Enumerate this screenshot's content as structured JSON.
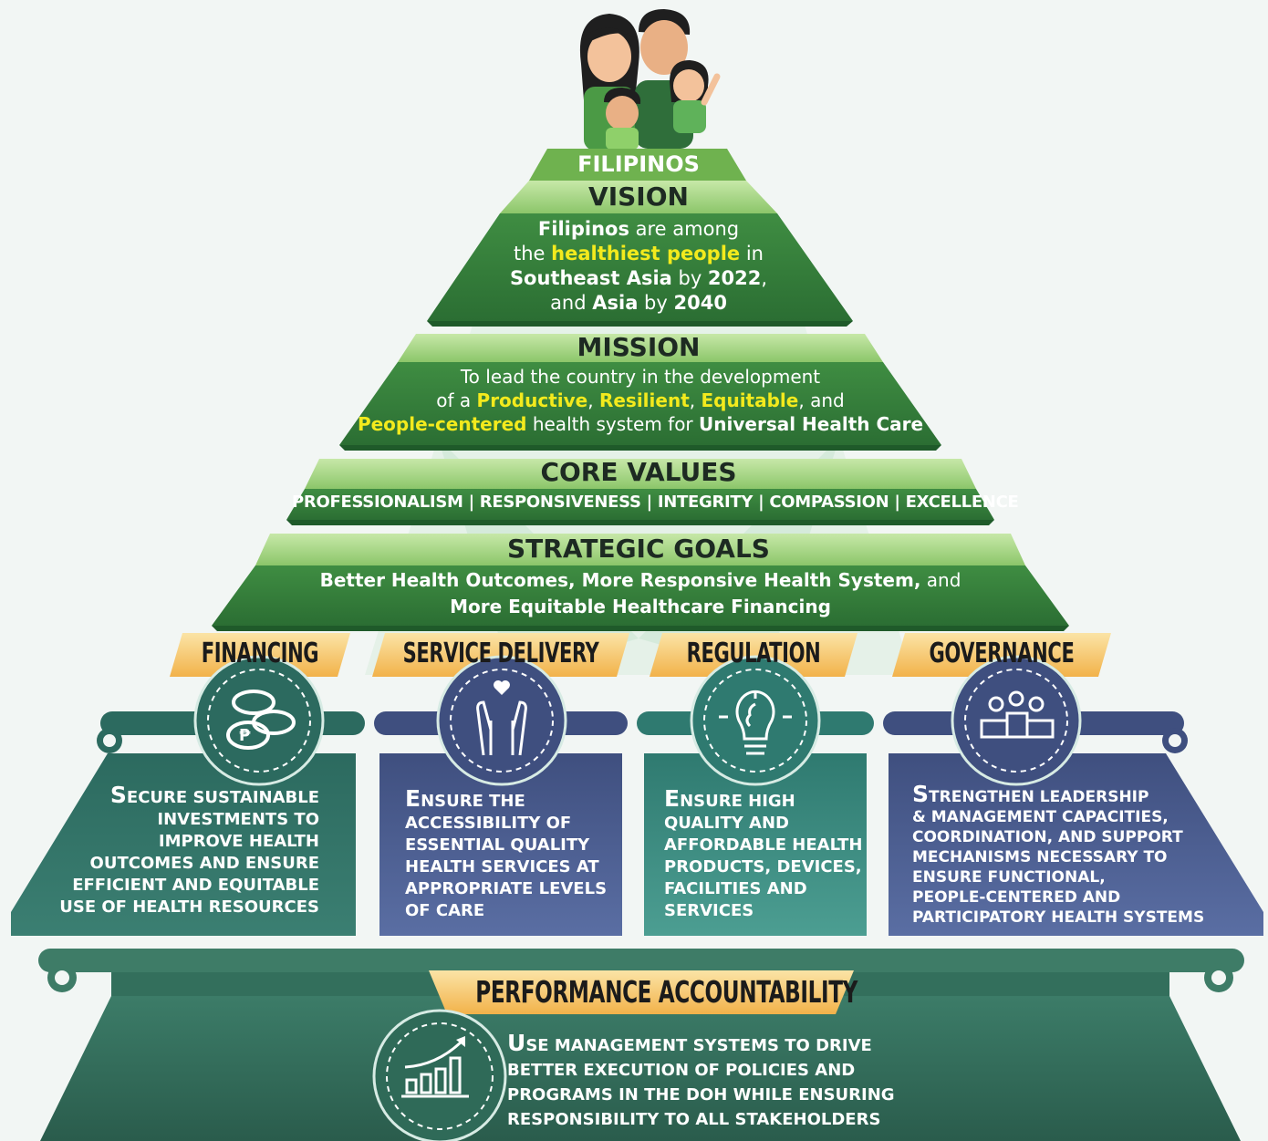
{
  "top": {
    "label": "FILIPINOS"
  },
  "vision": {
    "title": "VISION",
    "line1_b": "Filipinos",
    "line1_r": " are among",
    "line2_r1": "the ",
    "line2_hl": "healthiest people",
    "line2_r2": " in",
    "line3_b1": "Southeast Asia",
    "line3_r1": " by ",
    "line3_b2": "2022",
    "line3_r2": ",",
    "line4_r1": "and ",
    "line4_b1": "Asia",
    "line4_r2": " by ",
    "line4_b2": "2040"
  },
  "mission": {
    "title": "MISSION",
    "line1": "To lead the country in the development",
    "line2_r1": "of a ",
    "line2_hl1": "Productive",
    "line2_c1": ", ",
    "line2_hl2": "Resilient",
    "line2_c2": ", ",
    "line2_hl3": "Equitable",
    "line2_r2": ", and",
    "line3_hl": "People-centered",
    "line3_r": " health system for ",
    "line3_b": "Universal Health Care"
  },
  "core_values": {
    "title": "CORE VALUES",
    "items": "PROFESSIONALISM | RESPONSIVENESS | INTEGRITY | COMPASSION | EXCELLENCE"
  },
  "strategic_goals": {
    "title": "STRATEGIC GOALS",
    "line1_b": "Better Health Outcomes, More Responsive Health System,",
    "line1_r": " and",
    "line2_b": "More Equitable Healthcare Financing"
  },
  "pillars": [
    {
      "title": "FINANCING",
      "icon": "coins-icon",
      "cap": "S",
      "desc_first": "ECURE SUSTAINABLE",
      "desc_rest": [
        "INVESTMENTS TO",
        "IMPROVE HEALTH",
        "OUTCOMES AND ENSURE",
        "EFFICIENT AND EQUITABLE",
        "USE OF HEALTH RESOURCES"
      ]
    },
    {
      "title": "SERVICE DELIVERY",
      "icon": "caring-hands-icon",
      "cap": "E",
      "desc_first": "NSURE THE",
      "desc_rest": [
        "ACCESSIBILITY OF",
        "ESSENTIAL QUALITY",
        "HEALTH SERVICES AT",
        "APPROPRIATE LEVELS",
        "OF CARE"
      ]
    },
    {
      "title": "REGULATION",
      "icon": "lightbulb-brain-icon",
      "cap": "E",
      "desc_first": "NSURE HIGH",
      "desc_rest": [
        "QUALITY AND",
        "AFFORDABLE HEALTH",
        "PRODUCTS, DEVICES,",
        "FACILITIES AND",
        "SERVICES"
      ]
    },
    {
      "title": "GOVERNANCE",
      "icon": "podium-people-icon",
      "cap": "S",
      "desc_first": "TRENGTHEN LEADERSHIP",
      "desc_rest": [
        "& MANAGEMENT CAPACITIES,",
        "COORDINATION, AND SUPPORT",
        "MECHANISMS NECESSARY TO",
        "ENSURE FUNCTIONAL,",
        "PEOPLE-CENTERED AND",
        "PARTICIPATORY HEALTH SYSTEMS"
      ]
    }
  ],
  "performance": {
    "title": "PERFORMANCE ACCOUNTABILITY",
    "icon": "growth-chart-icon",
    "cap": "U",
    "desc_first": "SE MANAGEMENT SYSTEMS TO DRIVE",
    "desc_rest": [
      "BETTER EXECUTION OF POLICIES AND",
      "PROGRAMS IN THE DOH WHILE ENSURING",
      "RESPONSIBILITY TO ALL STAKEHOLDERS"
    ]
  },
  "colors": {
    "green_dark": "#2e7a3a",
    "green_mid": "#4f9e4a",
    "green_light": "#a8d68a",
    "teal": "#2f6e63",
    "navy": "#4a5c8c",
    "teal2": "#3d8a80",
    "gold": "#f2b84a",
    "highlight": "#f3ea1d"
  }
}
